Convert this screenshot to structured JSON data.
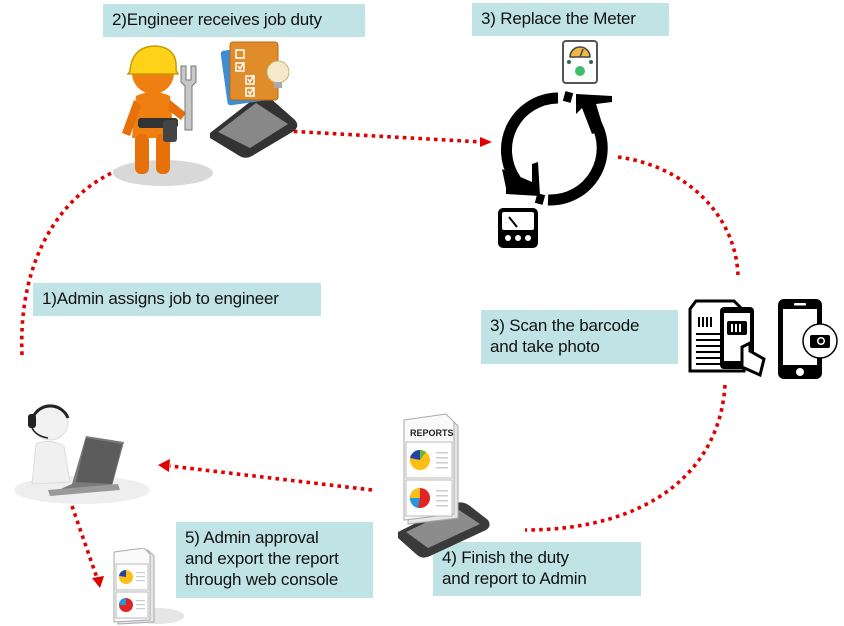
{
  "diagram": {
    "title": "Meter replacement workflow",
    "accent_color": "#e00000",
    "label_bg": "#c0e3e6",
    "steps": [
      {
        "id": "step1",
        "text": "1)Admin assigns job to engineer"
      },
      {
        "id": "step2",
        "text": "2)Engineer receives job duty"
      },
      {
        "id": "step3a",
        "text": "3) Replace the Meter"
      },
      {
        "id": "step3b",
        "lines": [
          "3) Scan the barcode",
          "and take photo"
        ]
      },
      {
        "id": "step4",
        "lines": [
          "4) Finish the duty",
          "and report to Admin"
        ]
      },
      {
        "id": "step5",
        "lines": [
          "5) Admin  approval",
          "and export the report",
          "through web console"
        ]
      }
    ],
    "icons": {
      "admin": "admin-headset-laptop-icon",
      "engineer": "engineer-hardhat-wrench-icon",
      "phone_tasks": "phone-checklist-icon",
      "meter_new": "analog-meter-icon",
      "meter_old": "panel-meter-icon",
      "cycle": "replace-cycle-arrows-icon",
      "scan": "barcode-scan-icon",
      "camera_phone": "phone-camera-icon",
      "reports_phone": "reports-on-phone-icon",
      "reports_export": "exported-reports-icon"
    },
    "report_doc_header": "REPORTS",
    "connections": [
      {
        "from": "admin",
        "to": "engineer"
      },
      {
        "from": "engineer",
        "to": "replace-meter"
      },
      {
        "from": "replace-meter",
        "to": "scan-barcode"
      },
      {
        "from": "scan-barcode",
        "to": "finish-duty"
      },
      {
        "from": "finish-duty",
        "to": "admin"
      },
      {
        "from": "admin",
        "to": "export-report"
      }
    ]
  }
}
